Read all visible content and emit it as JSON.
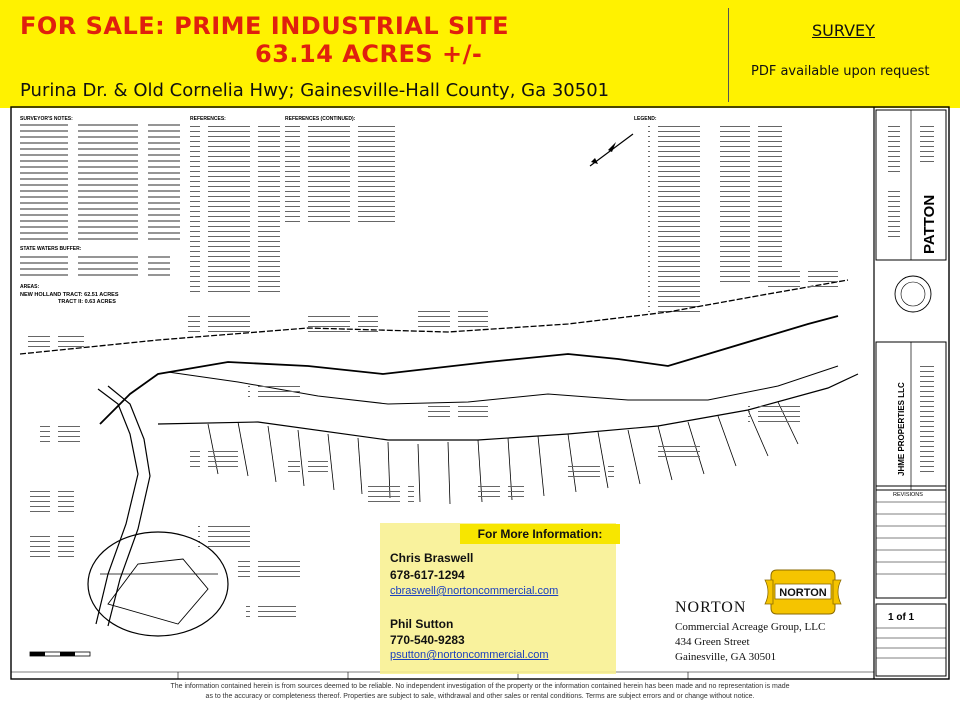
{
  "header": {
    "title_line1": "FOR SALE:  PRIME INDUSTRIAL SITE",
    "title_line2": "63.14 ACRES +/-",
    "address": "Purina Dr. & Old Cornelia Hwy; Gainesville-Hall County, Ga  30501",
    "survey_link": "SURVEY",
    "pdf_note": "PDF available upon request"
  },
  "plat": {
    "notes_heading": "SURVEYOR'S NOTES:",
    "references_heading": "REFERENCES:",
    "references_continued_heading": "REFERENCES (CONTINUED):",
    "legend_heading": "LEGEND:",
    "buffers_heading": "STATE WATERS BUFFER:",
    "areas_heading": "AREAS:",
    "new_holland_tract": "NEW HOLLAND TRACT: 62.51 ACRES",
    "tract_ii": "TRACT II: 0.63 ACRES",
    "title_block_company": "PATTON",
    "title_block_owner": "JHME PROPERTIES LLC",
    "revisions_label": "REVISIONS",
    "sheet_label": "1 of 1"
  },
  "contact": {
    "heading": "For More Information:",
    "people": [
      {
        "name": "Chris Braswell",
        "phone": "678-617-1294",
        "email": "cbraswell@nortoncommercial.com"
      },
      {
        "name": "Phil Sutton",
        "phone": "770-540-9283",
        "email": "psutton@nortoncommercial.com"
      }
    ]
  },
  "company": {
    "logo_text": "NORTON",
    "name": "NORTON",
    "line1": "Commercial Acreage Group, LLC",
    "line2": "434 Green Street",
    "line3": "Gainesville, GA  30501"
  },
  "footer": {
    "line1": "The information contained herein is from sources deemed to be reliable.  No independent investigation of the property or the information contained herein has been made and no representation is made",
    "line2": "as to the accuracy or completeness thereof.  Properties are subject to sale, withdrawal and other sales or rental conditions.  Terms are subject errors and or change without notice."
  },
  "colors": {
    "header_bg": "#FFF200",
    "title_red": "#E0200E",
    "contact_bg": "#F8F08C",
    "link_blue": "#1A3FBF",
    "norton_gold": "#F5C400"
  }
}
